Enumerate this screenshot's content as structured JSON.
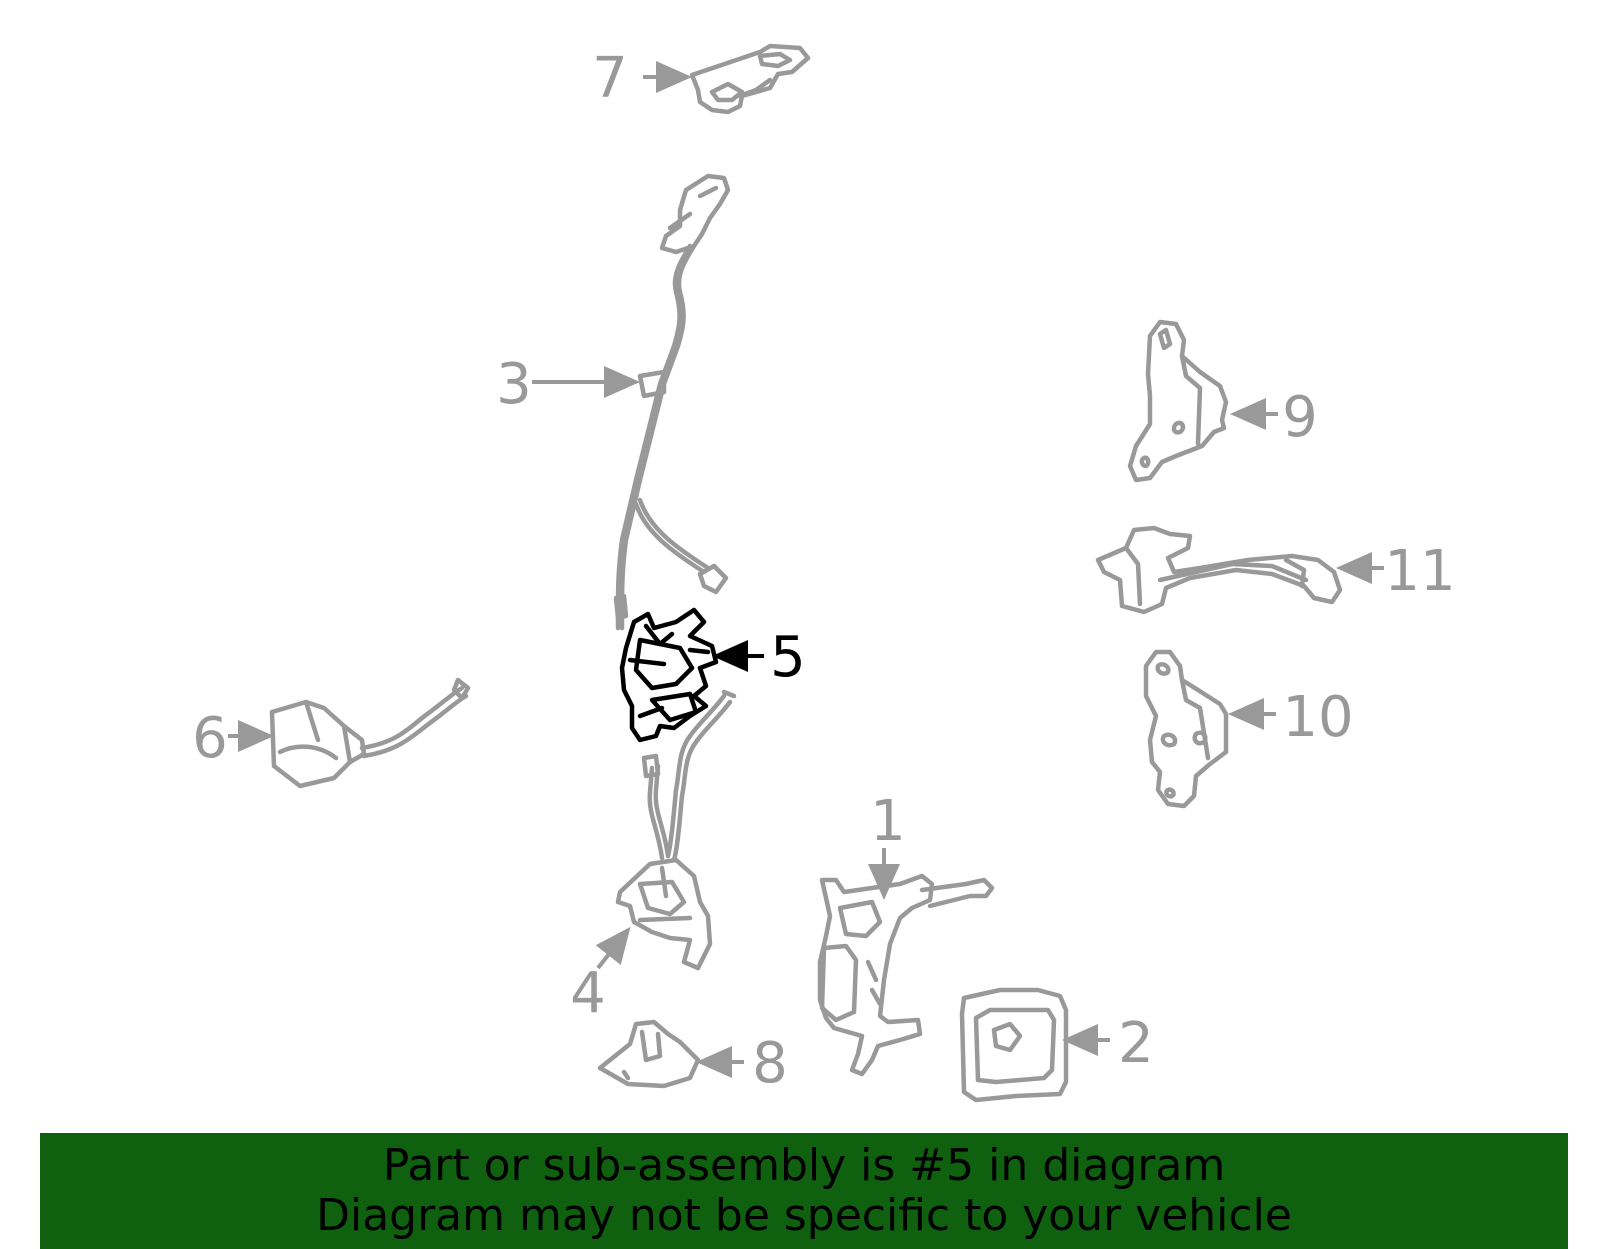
{
  "colors": {
    "part_stroke": "#999999",
    "label_text": "#999999",
    "highlight_fill": "#1f5f1f",
    "highlight_stroke": "#000000",
    "highlight_label": "#000000",
    "banner_bg": "#0f600f",
    "banner_text": "#000000"
  },
  "callouts": [
    {
      "id": "1",
      "label": "1"
    },
    {
      "id": "2",
      "label": "2"
    },
    {
      "id": "3",
      "label": "3"
    },
    {
      "id": "4",
      "label": "4"
    },
    {
      "id": "5",
      "label": "5",
      "highlighted": true
    },
    {
      "id": "6",
      "label": "6"
    },
    {
      "id": "7",
      "label": "7"
    },
    {
      "id": "8",
      "label": "8"
    },
    {
      "id": "9",
      "label": "9"
    },
    {
      "id": "10",
      "label": "10"
    },
    {
      "id": "11",
      "label": "11"
    }
  ],
  "banner": {
    "line1": "Part or sub-assembly is #5 in diagram",
    "line2": "Diagram may not be specific to your vehicle"
  }
}
